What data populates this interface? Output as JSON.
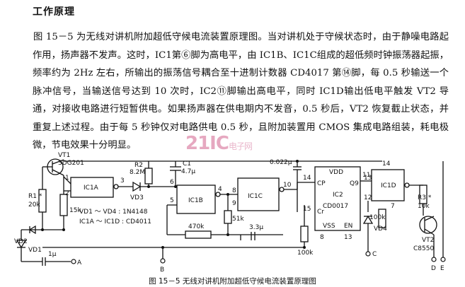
{
  "heading": "工作原理",
  "paragraph": "图 15－5 为无线对讲机附加超低守候电流装置原理图。当对讲机处于守候状态时，由于静噪电路起作用，扬声器不发声。这时，IC1第⑥脚为高电平，由 IC1B、IC1C组成的超低频时钟振荡器起振，频率约为 2Hz 左右，所输出的振荡信号耦合至十进制计数器 CD4017 第⑭脚，每 0.5 秒输送一个脉冲信号，当输送信号达到 10 次时，IC2⑪脚输出高电平，同时 IC1D输出低电平触发 VT2 导通，对接收电路进行短暂供电。如果扬声器在供电期内不发音，0.5 秒后，VT2 恢复截止状态，并重复上述过程。由于每 5 秒钟仅对电路供电 0.5 秒，且附加装置用 CMOS 集成电路组装，耗电极微，节电效果十分明显。",
  "watermark": {
    "main": "21IC",
    "sub": "电子网"
  },
  "schematic": {
    "vt1": "VT1",
    "vt1_part": "3DG201",
    "r1": "R1 *",
    "r1_val": "20k",
    "r_15k": "15k",
    "ic1a": "IC1A",
    "vd3": "VD3",
    "r2": "R2",
    "r2_val": "8.2M",
    "c1": "C1",
    "c1_val": "4.7μ",
    "ic1b": "IC1B",
    "ic1c": "IC1C",
    "r_470k": "470k",
    "r_51k": "51k",
    "c_3u3": "3.3μ",
    "c_022": "0.022μ",
    "ic2_vdd": "VDD",
    "ic2_cp": "CP",
    "ic2_name": "IC2",
    "ic2_part": "CD0017",
    "ic2_cr": "Cr",
    "ic2_vss": "VSS",
    "ic2_en": "EN",
    "ic2_q9": "Q9",
    "r_100k_bottom": "100k",
    "ic1d": "IC1D",
    "r3": "R3 *",
    "r3_val": "10k",
    "vd4": "VD4",
    "r_100k_right": "100k",
    "vt2": "VT2",
    "vt2_part": "C8550",
    "vd_note": "VD1 ～ VD4 :  1N4148",
    "ic_note": "IC1A ～ IC1D :  CD4011",
    "vd2": "VD2",
    "vd1": "VD1",
    "c_1u": "1μ",
    "pin": {
      "p1": "1",
      "p2": "2",
      "p3": "3",
      "p6": "6",
      "p5": "5",
      "p4": "4",
      "p8": "8",
      "p9": "9",
      "p10": "10",
      "p14": "14",
      "p15": "15",
      "p8b": "8",
      "p13": "13",
      "p11": "11",
      "p13d": "13",
      "p12": "12",
      "p7": "7",
      "p14d": "14"
    },
    "terminals": {
      "a": "A",
      "b": "B",
      "c": "C",
      "d": "D",
      "e": "E"
    }
  },
  "caption": "图 15－5    无线对讲机附加超低守候电流装置原理图"
}
